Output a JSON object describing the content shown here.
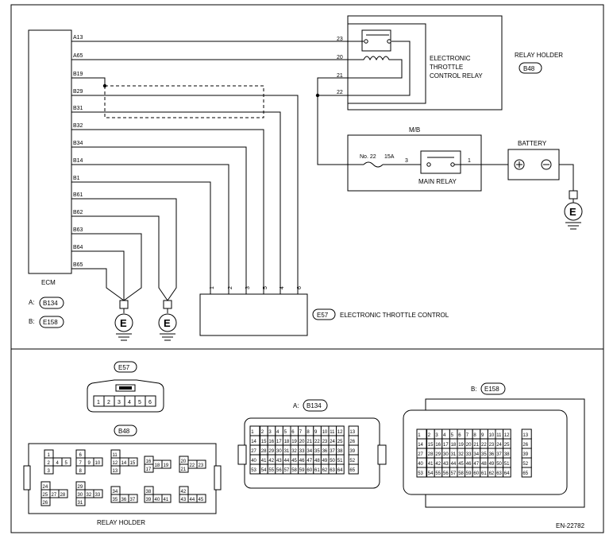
{
  "ecm": {
    "label": "ECM",
    "pins": [
      "A13",
      "A65",
      "B19",
      "B29",
      "B31",
      "B32",
      "B34",
      "B14",
      "B1",
      "B61",
      "B62",
      "B63",
      "B64",
      "B65"
    ],
    "connectors": [
      {
        "prefix": "A:",
        "id": "B134"
      },
      {
        "prefix": "B:",
        "id": "E158"
      }
    ]
  },
  "relay": {
    "label": [
      "ELECTRONIC",
      "THROTTLE",
      "CONTROL RELAY"
    ],
    "pins": [
      "23",
      "20",
      "21",
      "22"
    ]
  },
  "relay_holder": {
    "label": "RELAY HOLDER",
    "connector": "B48"
  },
  "mb": {
    "label": "M/B",
    "fuse_no": "No. 22",
    "fuse_rating": "15A",
    "pin_left": "3",
    "pin_right": "1",
    "relay_label": "MAIN RELAY"
  },
  "battery": {
    "label": "BATTERY"
  },
  "ground_label": "E",
  "throttle": {
    "connector": "E57",
    "label": "ELECTRONIC THROTTLE CONTROL",
    "pins": [
      "1",
      "2",
      "3",
      "5",
      "4",
      "6"
    ]
  },
  "bottom": {
    "e57": {
      "id": "E57",
      "pins": [
        "1",
        "2",
        "3",
        "4",
        "5",
        "6"
      ]
    },
    "b48": {
      "id": "B48",
      "label": "RELAY HOLDER",
      "groups": [
        [
          "1",
          "2",
          "4",
          "5",
          "3"
        ],
        [
          "6",
          "7",
          "9",
          "10",
          "8"
        ],
        [
          "11",
          "12",
          "14",
          "15",
          "13"
        ],
        [
          "16",
          "17",
          "18",
          "19"
        ],
        [
          "20",
          "21",
          "22",
          "23"
        ],
        [
          "24",
          "25",
          "27",
          "28",
          "26"
        ],
        [
          "29",
          "30",
          "32",
          "33",
          "31"
        ],
        [
          "34",
          "35",
          "36",
          "37"
        ],
        [
          "38",
          "39",
          "40",
          "41"
        ],
        [
          "42",
          "43",
          "44",
          "45"
        ]
      ]
    },
    "b134": {
      "prefix": "A:",
      "id": "B134",
      "rows": [
        [
          "1",
          "2",
          "3",
          "4",
          "5",
          "6",
          "7",
          "8",
          "9",
          "10",
          "11",
          "12",
          "13"
        ],
        [
          "14",
          "15",
          "16",
          "17",
          "18",
          "19",
          "20",
          "21",
          "22",
          "23",
          "24",
          "25",
          "26"
        ],
        [
          "27",
          "28",
          "29",
          "30",
          "31",
          "32",
          "33",
          "34",
          "35",
          "36",
          "37",
          "38",
          "39"
        ],
        [
          "40",
          "41",
          "42",
          "43",
          "44",
          "45",
          "46",
          "47",
          "48",
          "49",
          "50",
          "51",
          "52"
        ],
        [
          "53",
          "54",
          "55",
          "56",
          "57",
          "58",
          "59",
          "60",
          "61",
          "62",
          "63",
          "64",
          "65"
        ]
      ]
    },
    "e158": {
      "prefix": "B:",
      "id": "E158",
      "rows": [
        [
          "1",
          "2",
          "3",
          "4",
          "5",
          "6",
          "7",
          "8",
          "9",
          "10",
          "11",
          "12",
          "13"
        ],
        [
          "14",
          "15",
          "16",
          "17",
          "18",
          "19",
          "20",
          "21",
          "22",
          "23",
          "24",
          "25",
          "26"
        ],
        [
          "27",
          "28",
          "29",
          "30",
          "31",
          "32",
          "33",
          "34",
          "35",
          "36",
          "37",
          "38",
          "39"
        ],
        [
          "40",
          "41",
          "42",
          "43",
          "44",
          "45",
          "46",
          "47",
          "48",
          "49",
          "50",
          "51",
          "52"
        ],
        [
          "53",
          "54",
          "55",
          "56",
          "57",
          "58",
          "59",
          "60",
          "61",
          "62",
          "63",
          "64",
          "65"
        ]
      ]
    }
  },
  "figure_code": "EN-22782"
}
